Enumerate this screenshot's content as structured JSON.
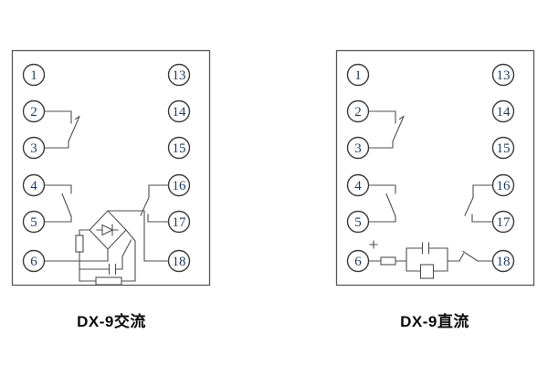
{
  "colors": {
    "line": "#4f4f4f",
    "outline": "#565656",
    "terminal_number": "#1e3a5f",
    "title_text": "#0a0a0a",
    "background": "#ffffff"
  },
  "diagrams": [
    {
      "id": "ac",
      "title": "DX-9交流",
      "left_terminals": [
        "1",
        "2",
        "3",
        "4",
        "5",
        "6"
      ],
      "right_terminals": [
        "13",
        "14",
        "15",
        "16",
        "17",
        "18"
      ]
    },
    {
      "id": "dc",
      "title": "DX-9直流",
      "left_terminals": [
        "1",
        "2",
        "3",
        "4",
        "5",
        "6"
      ],
      "right_terminals": [
        "13",
        "14",
        "15",
        "16",
        "17",
        "18"
      ],
      "polarity_label": "+"
    }
  ]
}
